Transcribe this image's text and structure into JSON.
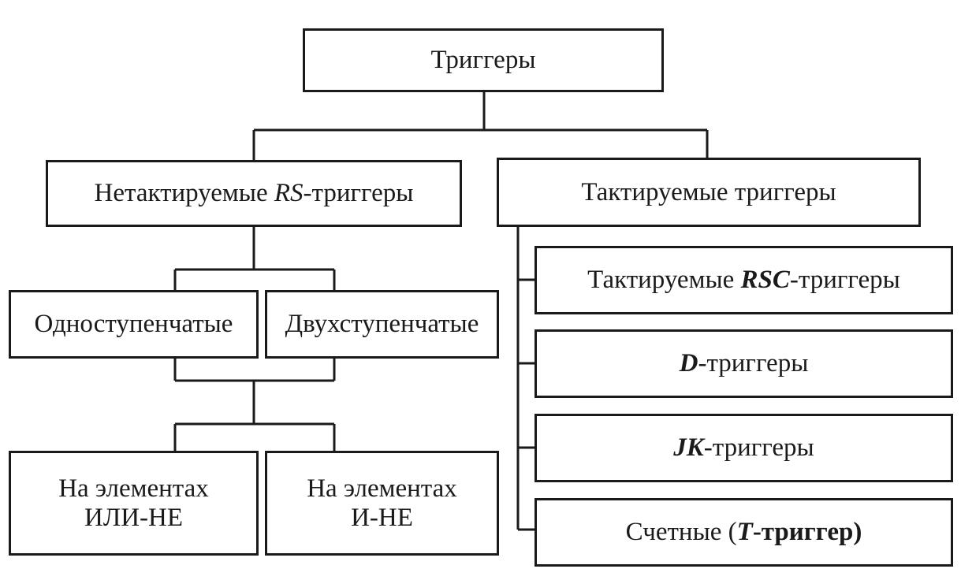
{
  "nodes": {
    "root": "Триггеры",
    "async": {
      "pre": "Нетактируемые ",
      "var": "RS",
      "post": "-триггеры"
    },
    "clocked": "Тактируемые триггеры",
    "single_stage": "Одноступенчатые",
    "two_stage": "Двухступенчатые",
    "nor": {
      "line1": "На элементах",
      "line2": "ИЛИ-НЕ"
    },
    "nand": {
      "line1": "На элементах",
      "line2": "И-НЕ"
    },
    "rsc": {
      "pre": "Тактируемые ",
      "var": "RSC",
      "post": "-триггеры"
    },
    "d": {
      "var": "D",
      "post": "-триггеры"
    },
    "jk": {
      "var": "JK",
      "post": "-триггеры"
    },
    "t": {
      "pre": "Счетные (",
      "var": "T",
      "post": "-триггер)"
    }
  }
}
